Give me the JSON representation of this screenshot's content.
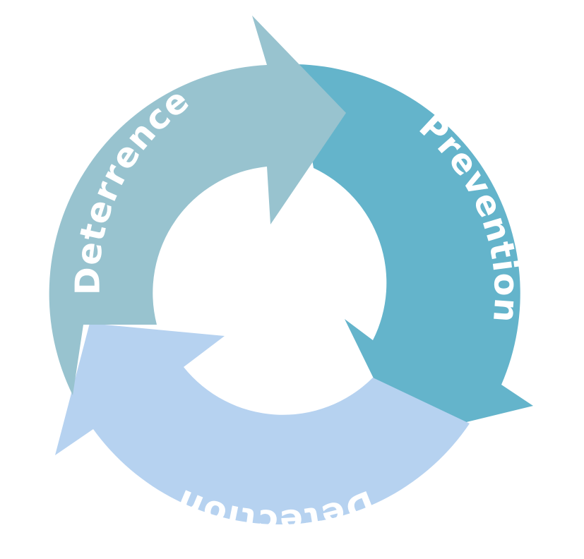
{
  "cycle": {
    "stages": [
      {
        "label": "Deterrence",
        "color": "#98c3cf"
      },
      {
        "label": "Prevention",
        "color": "#64b4cb"
      },
      {
        "label": "Detection",
        "color": "#b6d2f0"
      }
    ]
  }
}
